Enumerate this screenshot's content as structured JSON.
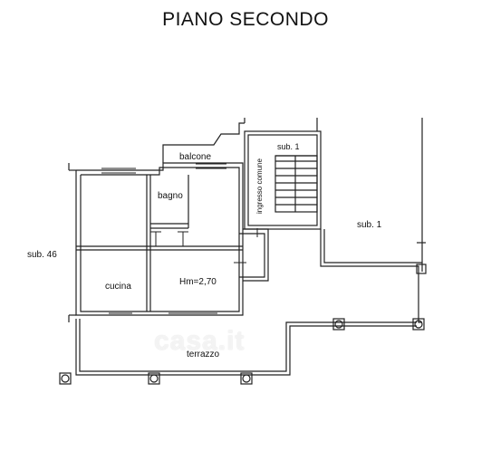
{
  "title": "PIANO SECONDO",
  "labels": {
    "balcone": "balcone",
    "bagno": "bagno",
    "cucina": "cucina",
    "height": "Hm=2,70",
    "terrazzo": "terrazzo",
    "sub46": "sub. 46",
    "sub1_right": "sub. 1",
    "sub1_stair": "sub. 1",
    "ingresso": "ingresso comune"
  },
  "watermark": "casa.it"
}
